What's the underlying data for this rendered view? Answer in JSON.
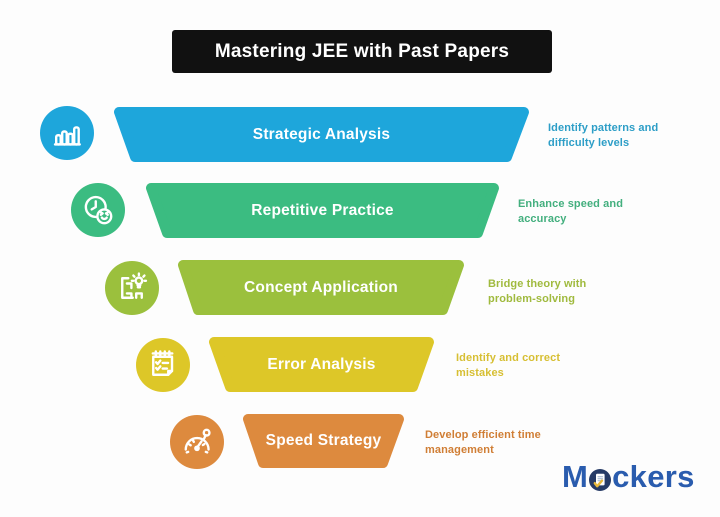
{
  "header": {
    "title": "Mastering JEE with Past Papers",
    "bg_color": "#111111",
    "text_color": "#ffffff"
  },
  "funnel": {
    "steps": [
      {
        "label": "Strategic Analysis",
        "description": "Identify patterns and difficulty levels",
        "color": "#1ea6db",
        "text_color": "#2d9ec7",
        "icon": "bar-chart-icon"
      },
      {
        "label": "Repetitive Practice",
        "description": "Enhance speed and accuracy",
        "color": "#3bbc81",
        "text_color": "#43af7e",
        "icon": "clock-repeat-icon"
      },
      {
        "label": "Concept Application",
        "description": "Bridge theory with problem-solving",
        "color": "#9bc03d",
        "text_color": "#a0ba3e",
        "icon": "maze-bulb-icon"
      },
      {
        "label": "Error Analysis",
        "description": "Identify and correct mistakes",
        "color": "#ddc728",
        "text_color": "#d7bf33",
        "icon": "checklist-icon"
      },
      {
        "label": "Speed Strategy",
        "description": "Develop efficient time management",
        "color": "#dd8a3e",
        "text_color": "#d07e35",
        "icon": "speedometer-icon"
      }
    ]
  },
  "brand": {
    "name_prefix": "M",
    "name_suffix": "ckers",
    "color": "#2a5cae",
    "icon": "document-check-icon"
  }
}
